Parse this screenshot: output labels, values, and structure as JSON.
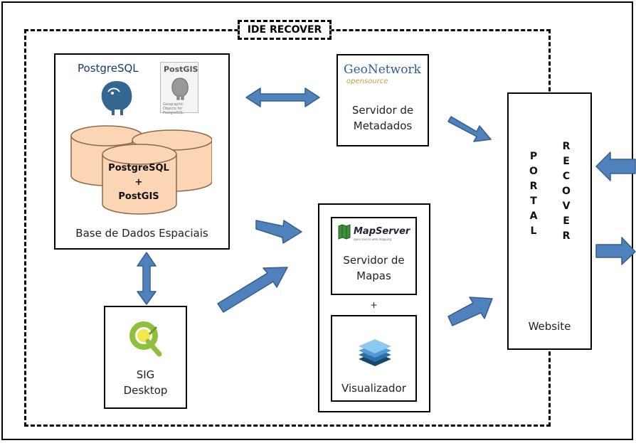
{
  "container": {
    "label": "IDE RECOVER"
  },
  "database": {
    "logo_postgresql": "PostgreSQL",
    "logo_postgis": "PostGIS",
    "logo_postgis_sub": "Geographic Objects for PostgreSQL",
    "db_line1": "PostgreSQL",
    "db_line2": "+",
    "db_line3": "PostGIS",
    "caption": "Base de Dados Espaciais"
  },
  "metadata_server": {
    "logo_geo": "GeoNetwork",
    "logo_os": "opensource",
    "caption_line1": "Servidor de",
    "caption_line2": "Metadados"
  },
  "map_server": {
    "logo": "MapServer",
    "logo_sub": "open source web mapping",
    "caption_line1": "Servidor de",
    "caption_line2": "Mapas"
  },
  "plus": "+",
  "viewer": {
    "caption": "Visualizador"
  },
  "desktop": {
    "caption_line1": "SIG",
    "caption_line2": "Desktop"
  },
  "portal": {
    "col1": [
      "P",
      "O",
      "R",
      "T",
      "A",
      "L"
    ],
    "col2": [
      "R",
      "E",
      "C",
      "O",
      "V",
      "E",
      "R"
    ],
    "caption": "Website"
  },
  "colors": {
    "arrow": "#4f81bd",
    "arrow_stroke": "#385d8a",
    "db_fill": "#fcd5b4",
    "db_stroke": "#8a6a4a"
  }
}
